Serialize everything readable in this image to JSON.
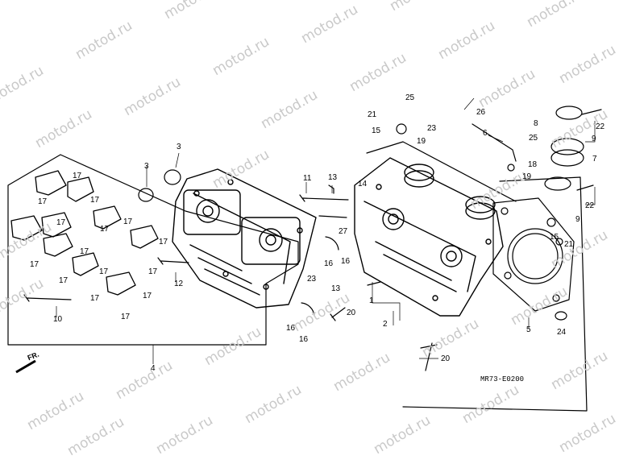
{
  "watermark": "motod.ru",
  "diagram_code": "MR73-E0200",
  "direction_label": "FR.",
  "callouts": [
    {
      "id": "c1",
      "text": "3"
    },
    {
      "id": "c2",
      "text": "3"
    },
    {
      "id": "c3",
      "text": "17"
    },
    {
      "id": "c4",
      "text": "17"
    },
    {
      "id": "c5",
      "text": "17"
    },
    {
      "id": "c6",
      "text": "17"
    },
    {
      "id": "c7",
      "text": "17"
    },
    {
      "id": "c8",
      "text": "17"
    },
    {
      "id": "c9",
      "text": "17"
    },
    {
      "id": "c10",
      "text": "17"
    },
    {
      "id": "c11",
      "text": "17"
    },
    {
      "id": "c12",
      "text": "17"
    },
    {
      "id": "c13",
      "text": "17"
    },
    {
      "id": "c14",
      "text": "17"
    },
    {
      "id": "c15",
      "text": "17"
    },
    {
      "id": "c16",
      "text": "17"
    },
    {
      "id": "c17",
      "text": "17"
    },
    {
      "id": "c18",
      "text": "10"
    },
    {
      "id": "c19",
      "text": "12"
    },
    {
      "id": "c20",
      "text": "4"
    },
    {
      "id": "c21",
      "text": "11"
    },
    {
      "id": "c22",
      "text": "13"
    },
    {
      "id": "c23",
      "text": "14"
    },
    {
      "id": "c24",
      "text": "27"
    },
    {
      "id": "c25",
      "text": "16"
    },
    {
      "id": "c26",
      "text": "16"
    },
    {
      "id": "c27",
      "text": "23"
    },
    {
      "id": "c28",
      "text": "13"
    },
    {
      "id": "c29",
      "text": "16"
    },
    {
      "id": "c30",
      "text": "16"
    },
    {
      "id": "c31",
      "text": "20"
    },
    {
      "id": "c32",
      "text": "1"
    },
    {
      "id": "c33",
      "text": "2"
    },
    {
      "id": "c34",
      "text": "20"
    },
    {
      "id": "c35",
      "text": "21"
    },
    {
      "id": "c36",
      "text": "15"
    },
    {
      "id": "c37",
      "text": "19"
    },
    {
      "id": "c38",
      "text": "25"
    },
    {
      "id": "c39",
      "text": "23"
    },
    {
      "id": "c40",
      "text": "26"
    },
    {
      "id": "c41",
      "text": "6"
    },
    {
      "id": "c42",
      "text": "25"
    },
    {
      "id": "c43",
      "text": "18"
    },
    {
      "id": "c44",
      "text": "19"
    },
    {
      "id": "c45",
      "text": "8"
    },
    {
      "id": "c46",
      "text": "22"
    },
    {
      "id": "c47",
      "text": "9"
    },
    {
      "id": "c48",
      "text": "7"
    },
    {
      "id": "c49",
      "text": "22"
    },
    {
      "id": "c50",
      "text": "9"
    },
    {
      "id": "c51",
      "text": "15"
    },
    {
      "id": "c52",
      "text": "21"
    },
    {
      "id": "c53",
      "text": "5"
    },
    {
      "id": "c54",
      "text": "24"
    }
  ]
}
